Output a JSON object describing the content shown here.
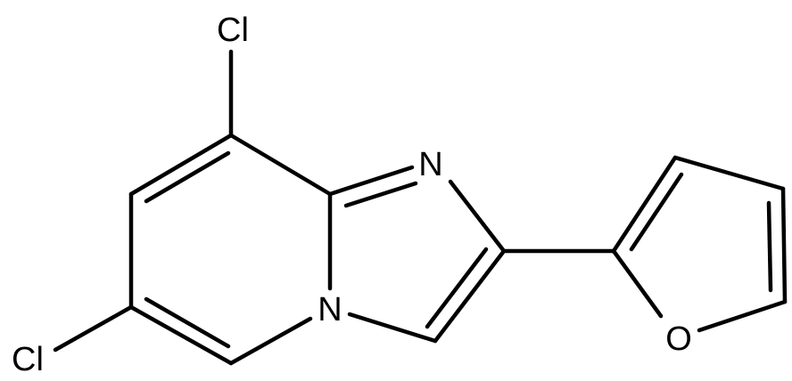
{
  "molecule": {
    "atoms": [
      {
        "id": "cl_top",
        "symbol": "Cl"
      },
      {
        "id": "cl_bottom",
        "symbol": "Cl"
      },
      {
        "id": "n_imidazole",
        "symbol": "N"
      },
      {
        "id": "n_bridge",
        "symbol": "N"
      },
      {
        "id": "o_furan",
        "symbol": "O"
      }
    ],
    "colors": {
      "bond": "#000000",
      "label": "#000000",
      "background": "#ffffff"
    }
  }
}
